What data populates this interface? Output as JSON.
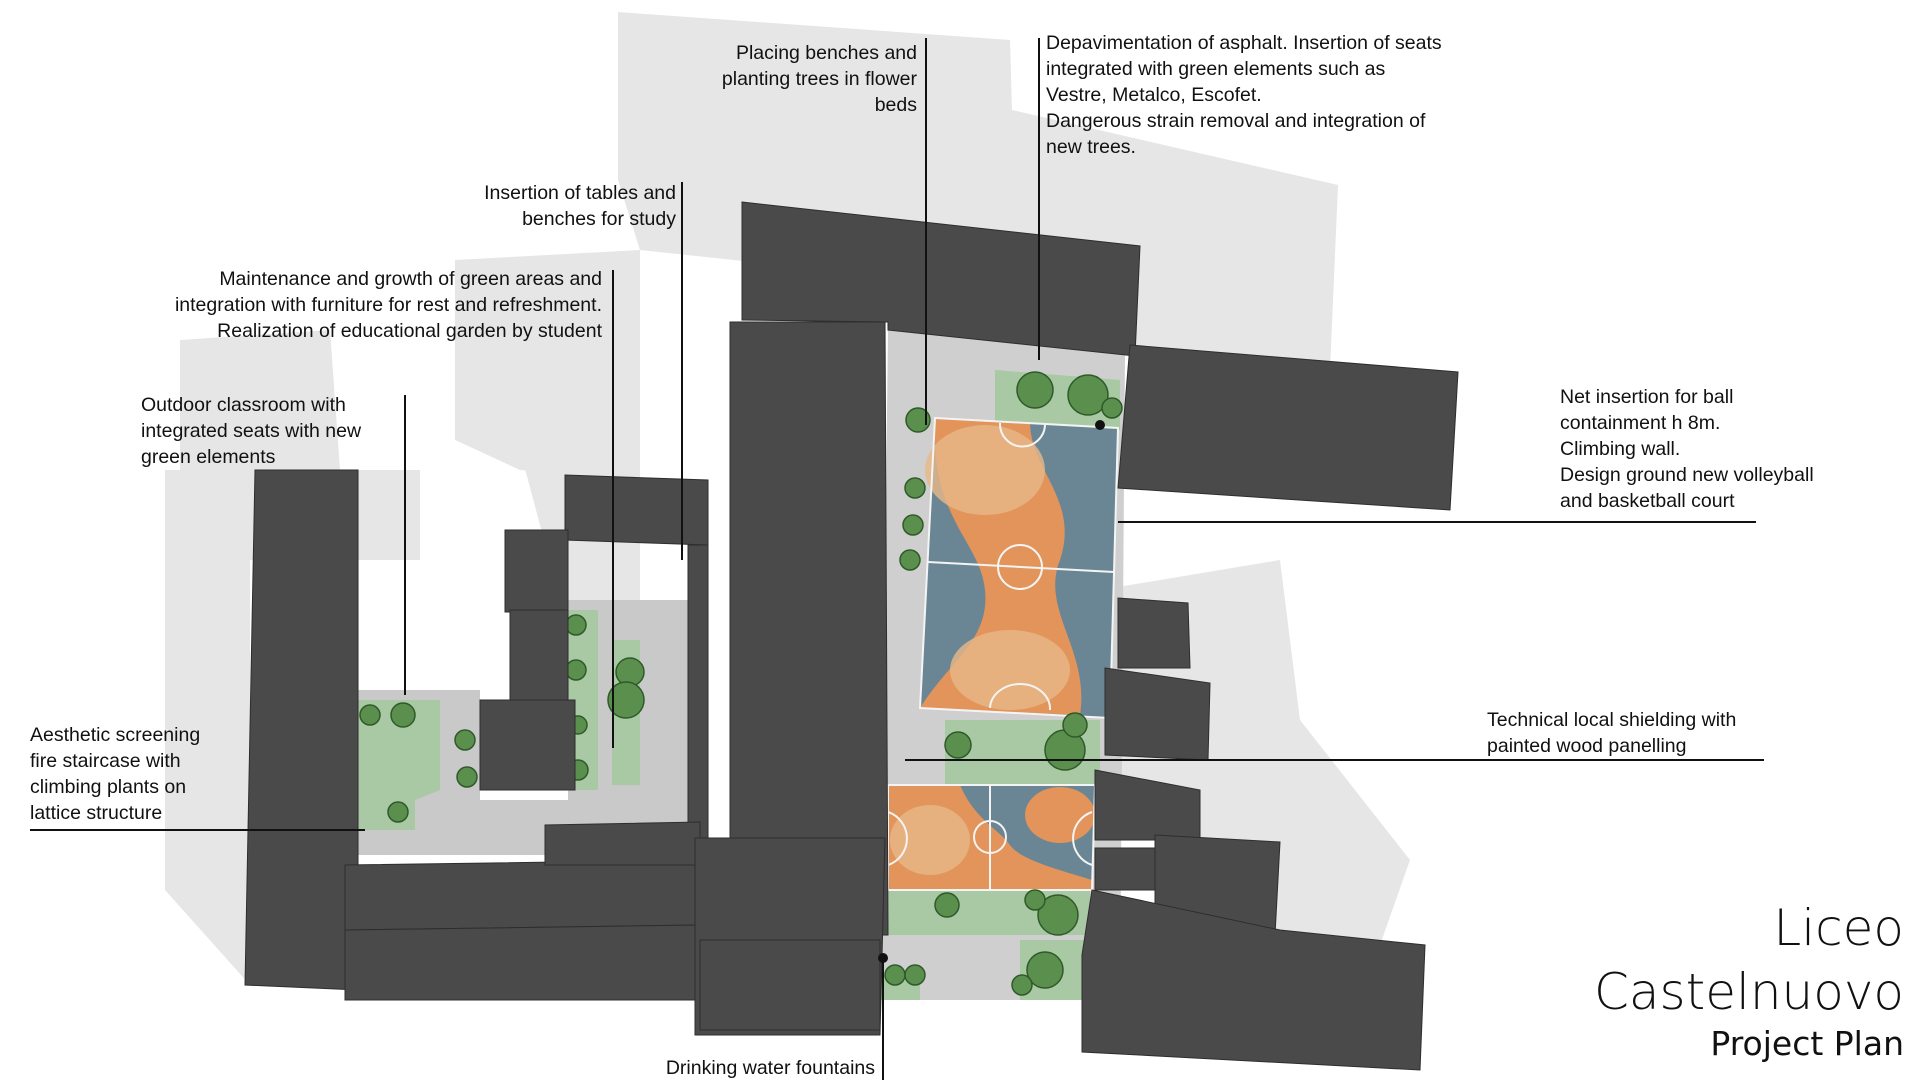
{
  "title": {
    "line1": "Liceo",
    "line2": "Castelnuovo",
    "line3": "Project Plan"
  },
  "annotations": {
    "benches_trees": "Placing benches and\nplanting trees in flower\nbeds",
    "depavimentation": "Depavimentation of asphalt. Insertion of seats\nintegrated with green elements such as\nVestre, Metalco, Escofet.\nDangerous strain removal and integration of\nnew trees.",
    "tables_benches": "Insertion of tables and\nbenches for study",
    "green_areas": "Maintenance and growth of green areas and\nintegration with furniture for rest and refreshment.\nRealization of educational garden by student",
    "outdoor_classroom": "Outdoor classroom with\nintegrated seats with new\ngreen elements",
    "net_insertion": "Net insertion for ball\ncontainment h 8m.\nClimbing wall.\nDesign ground new volleyball\nand basketball court",
    "technical_shielding": "Technical local shielding with\npainted wood panelling",
    "aesthetic_screening": "Aesthetic screening\nfire staircase with\nclimbing plants on\nlattice structure",
    "drinking_fountains": "Drinking water fountains"
  },
  "colors": {
    "building": "#4a4a4a",
    "context": "#e6e6e6",
    "ground": "#cfcfcf",
    "green": "#a9c8a4",
    "tree": "#5a8f4e",
    "court_orange": "#e2945a",
    "court_peach": "#e9b888",
    "court_blue": "#6a8694",
    "leader": "#111111"
  }
}
